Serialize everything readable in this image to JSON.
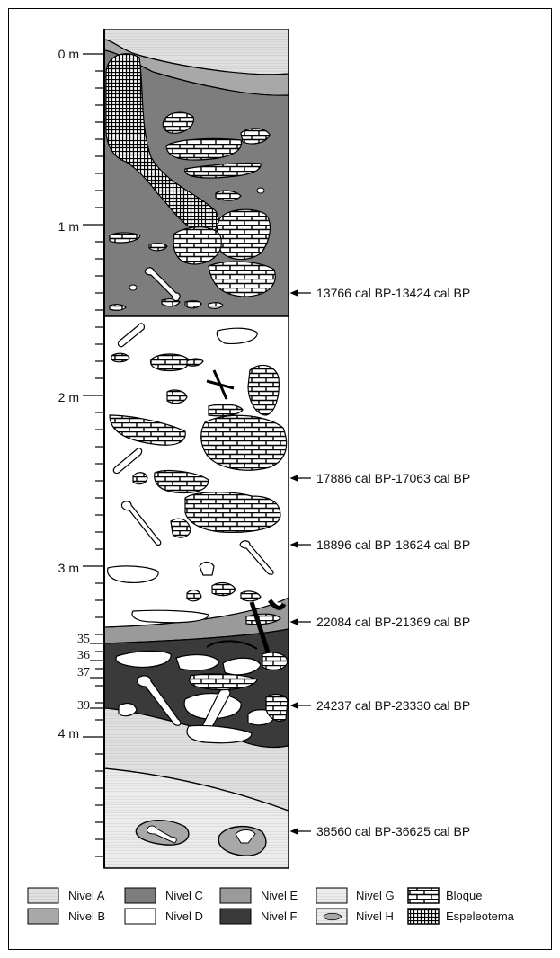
{
  "scale_labels": [
    "0 m",
    "1 m",
    "2 m",
    "3 m",
    "4 m"
  ],
  "layer_numbers": [
    "35",
    "36",
    "37",
    "39"
  ],
  "dates": [
    "13766 cal BP-13424 cal BP",
    "17886 cal BP-17063 cal BP",
    "18896 cal BP-18624 cal BP",
    "22084 cal BP-21369 cal BP",
    "24237 cal BP-23330 cal BP",
    "38560 cal BP-36625 cal BP"
  ],
  "legend": [
    {
      "label": "Nivel A",
      "swatch": "nivel-a",
      "color": "#e0e0e0"
    },
    {
      "label": "Nivel B",
      "swatch": "nivel-b",
      "color": "#a8a8a8"
    },
    {
      "label": "Nivel C",
      "swatch": "nivel-c",
      "color": "#7d7d7d"
    },
    {
      "label": "Nivel D",
      "swatch": "nivel-d",
      "color": "#ffffff"
    },
    {
      "label": "Nivel E",
      "swatch": "nivel-e",
      "color": "#9a9a9a"
    },
    {
      "label": "Nivel F",
      "swatch": "nivel-f",
      "color": "#3a3a3a"
    },
    {
      "label": "Nivel G",
      "swatch": "nivel-g",
      "color": "#ececec"
    },
    {
      "label": "Nivel H",
      "swatch": "nivel-h",
      "color": "#f2f2f2"
    },
    {
      "label": "Bloque",
      "swatch": "bloque-pattern",
      "color": "#ffffff"
    },
    {
      "label": "Espeleotema",
      "swatch": "espeleotema-pattern",
      "color": "#ffffff"
    }
  ]
}
